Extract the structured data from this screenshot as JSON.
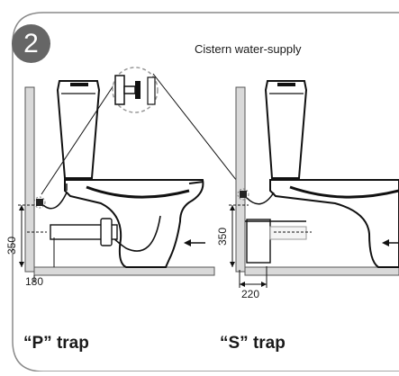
{
  "step": {
    "number": "2"
  },
  "header": {
    "title": "Cistern water-supply"
  },
  "left_diagram": {
    "height_dim": "350",
    "width_dim": "180",
    "caption": "“P” trap"
  },
  "right_diagram": {
    "height_dim": "350",
    "width_dim": "220",
    "caption": "“S” trap"
  },
  "colors": {
    "ink": "#1a1a1a",
    "frame": "#8a8a8a",
    "badge": "#666666",
    "wall": "#d9d9d9"
  }
}
